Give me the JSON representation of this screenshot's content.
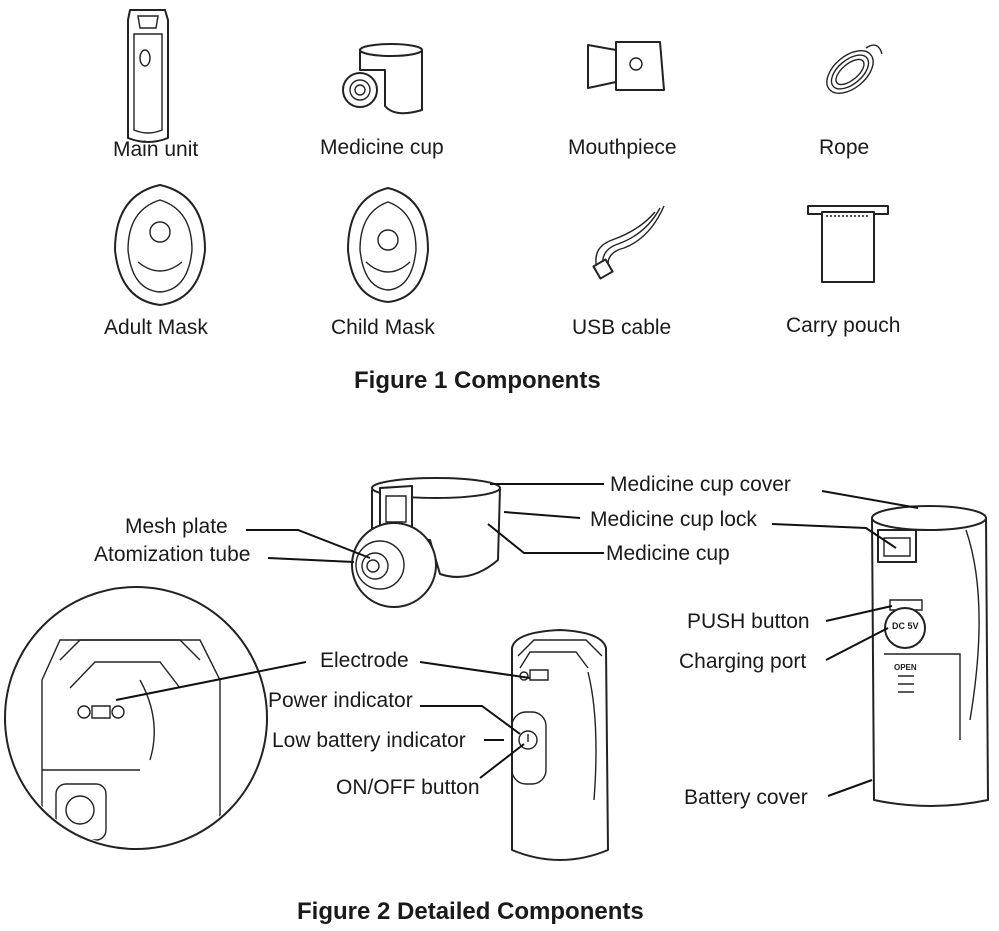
{
  "figure1": {
    "title": "Figure 1 Components",
    "items": [
      {
        "label": "Main unit",
        "icon": "main-unit"
      },
      {
        "label": "Medicine cup",
        "icon": "medicine-cup"
      },
      {
        "label": "Mouthpiece",
        "icon": "mouthpiece"
      },
      {
        "label": "Rope",
        "icon": "rope"
      },
      {
        "label": "Adult Mask",
        "icon": "adult-mask"
      },
      {
        "label": "Child Mask",
        "icon": "child-mask"
      },
      {
        "label": "USB cable",
        "icon": "usb-cable"
      },
      {
        "label": "Carry pouch",
        "icon": "carry-pouch"
      }
    ]
  },
  "figure2": {
    "title": "Figure 2 Detailed Components",
    "callouts": {
      "medicine_cup_cover": "Medicine cup cover",
      "medicine_cup_lock": "Medicine cup lock",
      "medicine_cup": "Medicine cup",
      "mesh_plate": "Mesh plate",
      "atomization_tube": "Atomization tube",
      "push_button": "PUSH button",
      "charging_port": "Charging port",
      "electrode": "Electrode",
      "power_indicator": "Power indicator",
      "low_battery_indicator": "Low battery indicator",
      "on_off_button": "ON/OFF button",
      "battery_cover": "Battery cover"
    },
    "device_markings": {
      "charging_port_text": "DC 5V",
      "battery_cover_text": "OPEN"
    }
  }
}
